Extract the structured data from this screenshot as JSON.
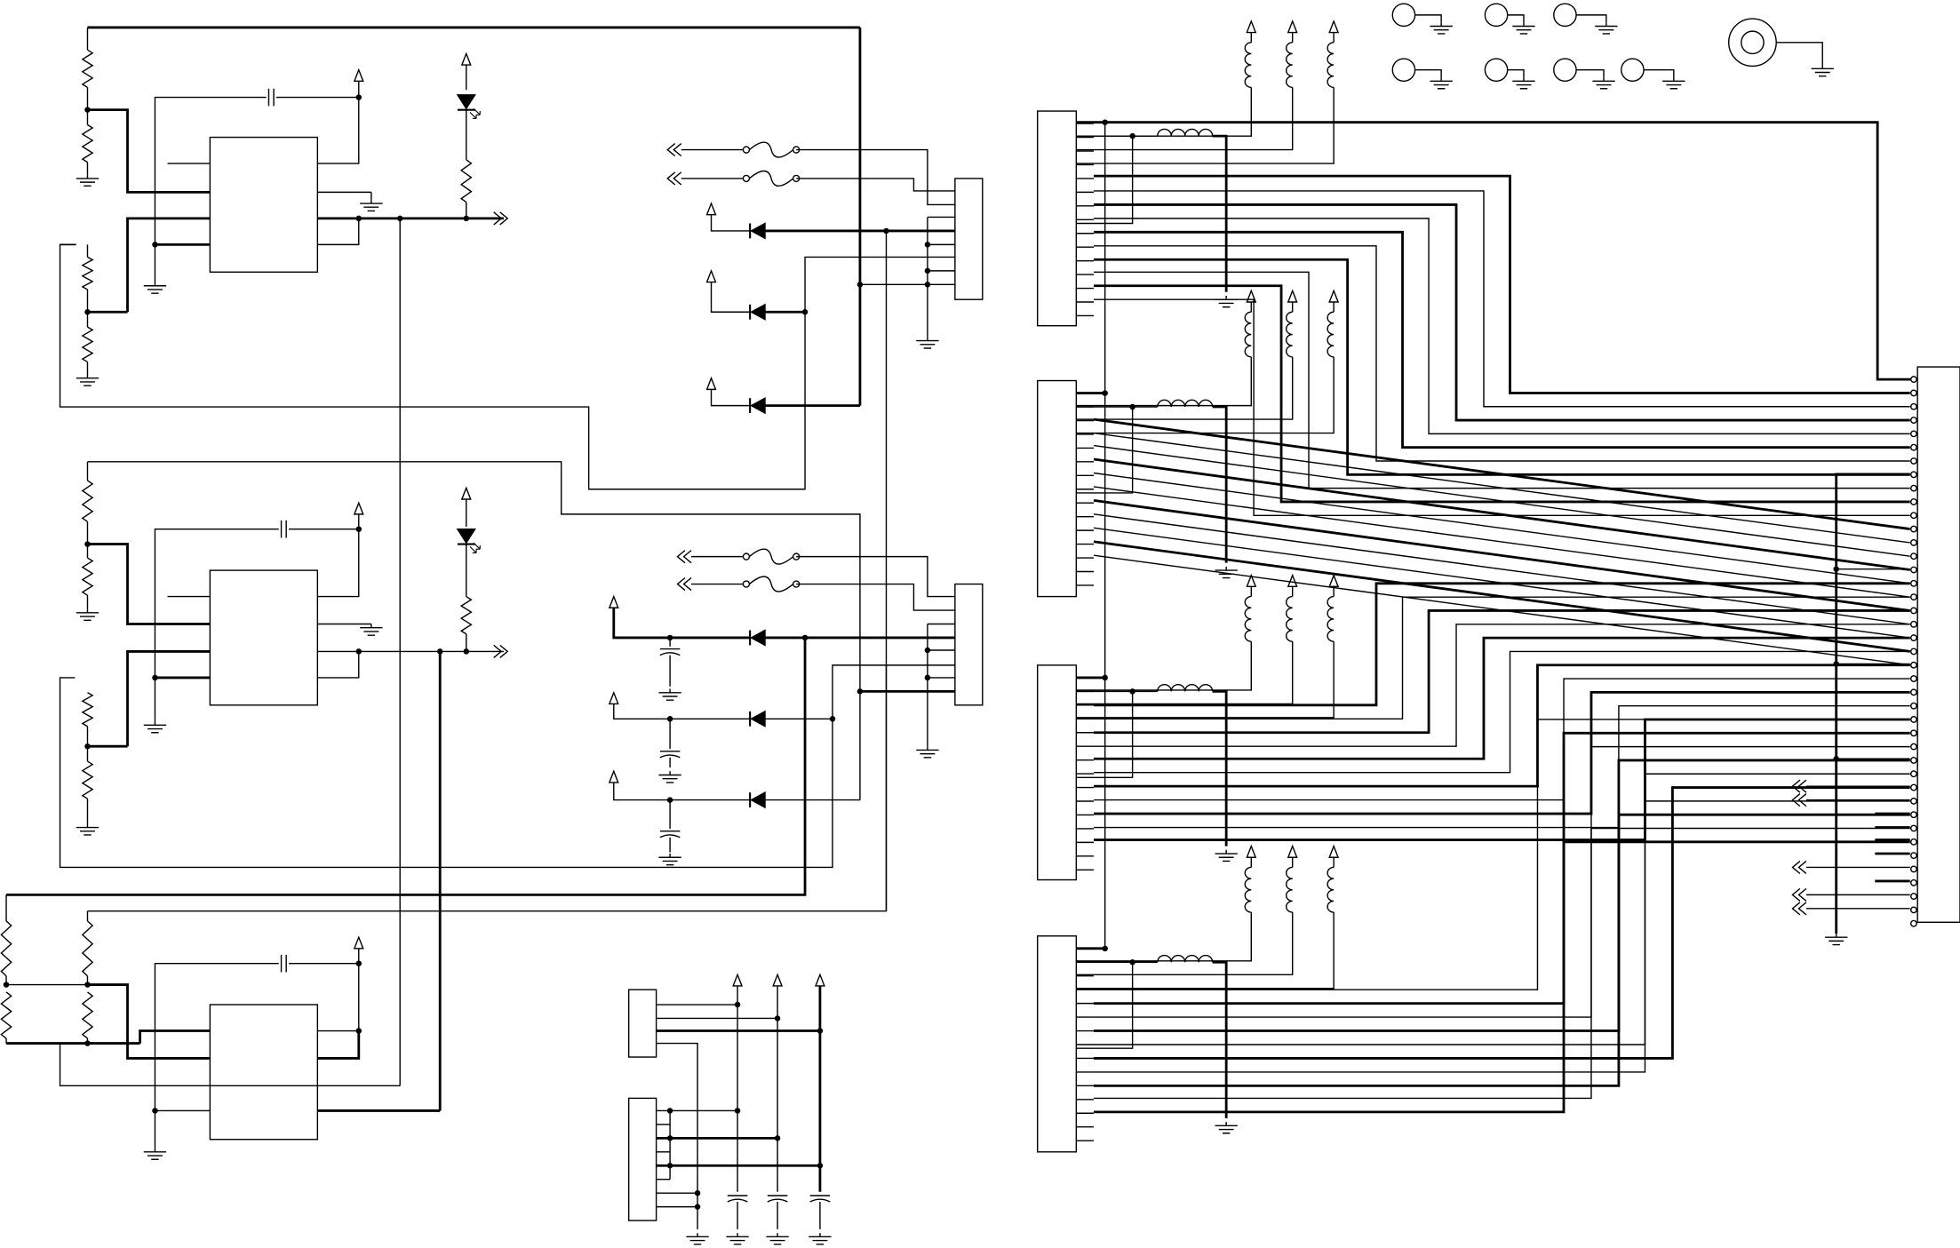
{
  "diagram": {
    "colors": {
      "background": "#ffffff",
      "stroke": "#000000"
    },
    "components": [
      "ic",
      "capacitor",
      "resistor",
      "led",
      "diode",
      "fuse",
      "inductor",
      "connector",
      "ground",
      "power-arrow",
      "signal-arrow",
      "mounting-hole"
    ]
  }
}
